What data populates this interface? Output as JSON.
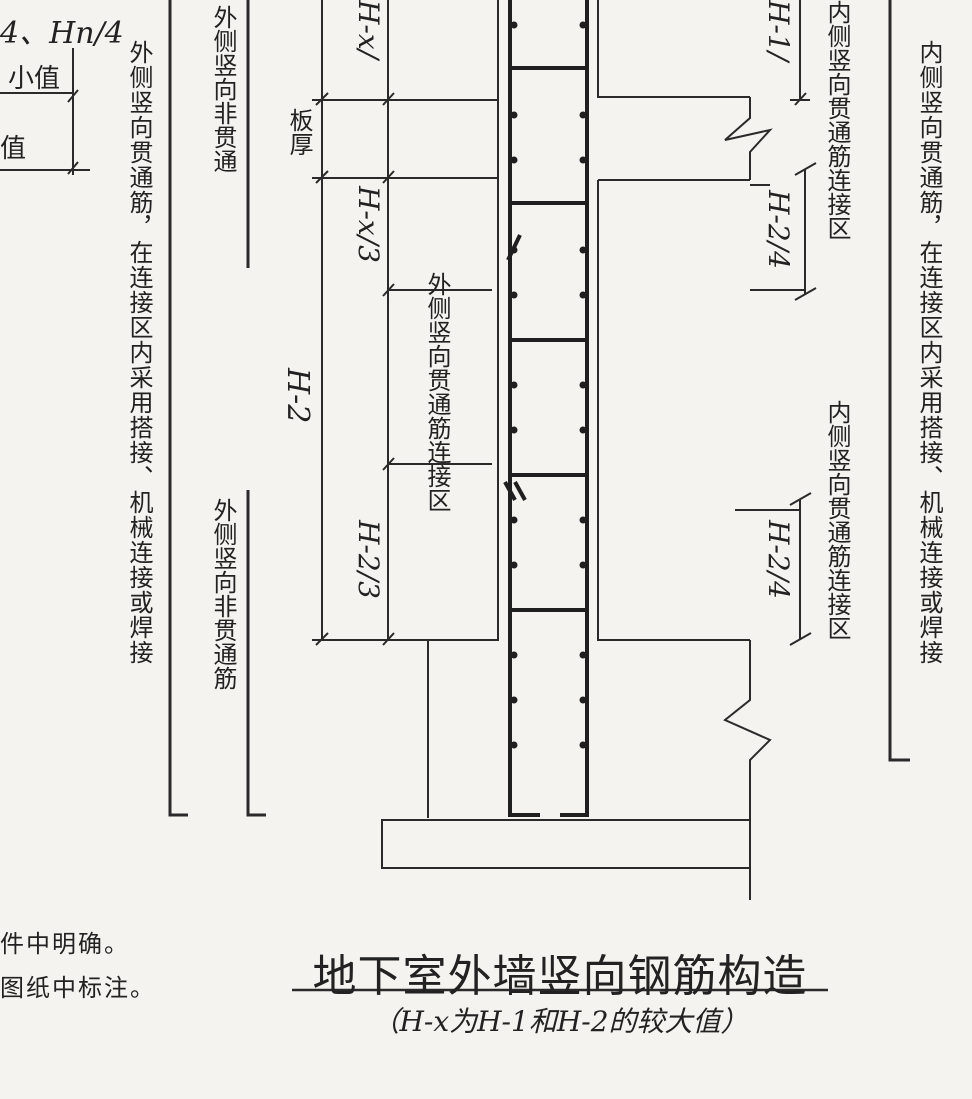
{
  "title": "地下室外墙竖向钢筋构造",
  "subtitle": "（H-x为H-1和H-2的较大值）",
  "notes": [
    "件中明确。",
    "图纸中标注。"
  ],
  "top_left": {
    "formula": "4、Hn/4",
    "min_value": "小值",
    "frag": "值"
  },
  "outer_through_long": "外侧竖向贯通筋，在连接区内采用搭接、机械连接或焊接",
  "outer_nonthrough_top": "外侧竖向非贯通",
  "outer_nonthrough_bottom": "外侧竖向非贯通筋",
  "slab_thickness": "板厚",
  "h2_total": "H-2",
  "hx_over_3_top": "H-x/",
  "hx_over_3": "H-x/3",
  "h2_over_3": "H-2/3",
  "outer_through_zone": "外侧竖向贯通筋连接区",
  "h1_over_4_top": "H-1/",
  "h2_over_4_a": "H-2/4",
  "inner_through_zone_a": "内侧竖向贯通筋连接区",
  "h2_over_4_b": "H-2/4",
  "inner_through_zone_b": "内侧竖向贯通筋连接区",
  "inner_through_long": "内侧竖向贯通筋，在连接区内采用搭接、机械连接或焊接"
}
